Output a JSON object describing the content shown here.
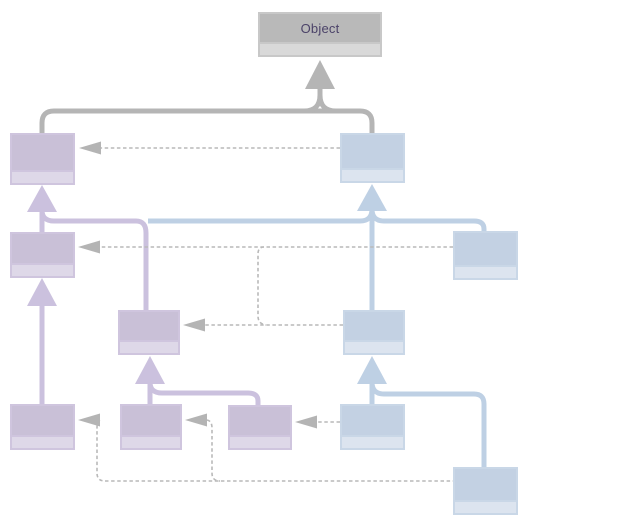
{
  "diagram": {
    "object_label": "Object",
    "nodes": [
      {
        "variant": "gray",
        "label": "Object",
        "row": "top"
      },
      {
        "variant": "purple",
        "label": "",
        "row": "1-left"
      },
      {
        "variant": "blue",
        "label": "",
        "row": "1-right"
      },
      {
        "variant": "purple",
        "label": "",
        "row": "2-left"
      },
      {
        "variant": "blue",
        "label": "",
        "row": "2-right"
      },
      {
        "variant": "purple",
        "label": "",
        "row": "3-middle-left"
      },
      {
        "variant": "blue",
        "label": "",
        "row": "3-middle-right"
      },
      {
        "variant": "purple",
        "label": "",
        "row": "4-a"
      },
      {
        "variant": "purple",
        "label": "",
        "row": "4-b"
      },
      {
        "variant": "purple",
        "label": "",
        "row": "4-c"
      },
      {
        "variant": "blue",
        "label": "",
        "row": "4-d"
      },
      {
        "variant": "blue",
        "label": "",
        "row": "5-right"
      }
    ],
    "palette": {
      "background": "#ffffff",
      "gray_line": "#b5b5b5",
      "gray_header": "#b9b9b9",
      "gray_footer": "#d9d9d9",
      "gray_border": "#c8c8c8",
      "purple_line": "#cbc1de",
      "purple_header": "#c9c0d7",
      "purple_footer": "#ded8e8",
      "purple_border": "#cfc5de",
      "blue_line": "#bed0e4",
      "blue_header": "#c3d1e3",
      "blue_footer": "#dce4ef",
      "blue_border": "#c9d7e7",
      "dashed_line": "#b9b9b9",
      "dashed_arrow": "#b4b4b4",
      "label_color": "#4c4369"
    }
  }
}
